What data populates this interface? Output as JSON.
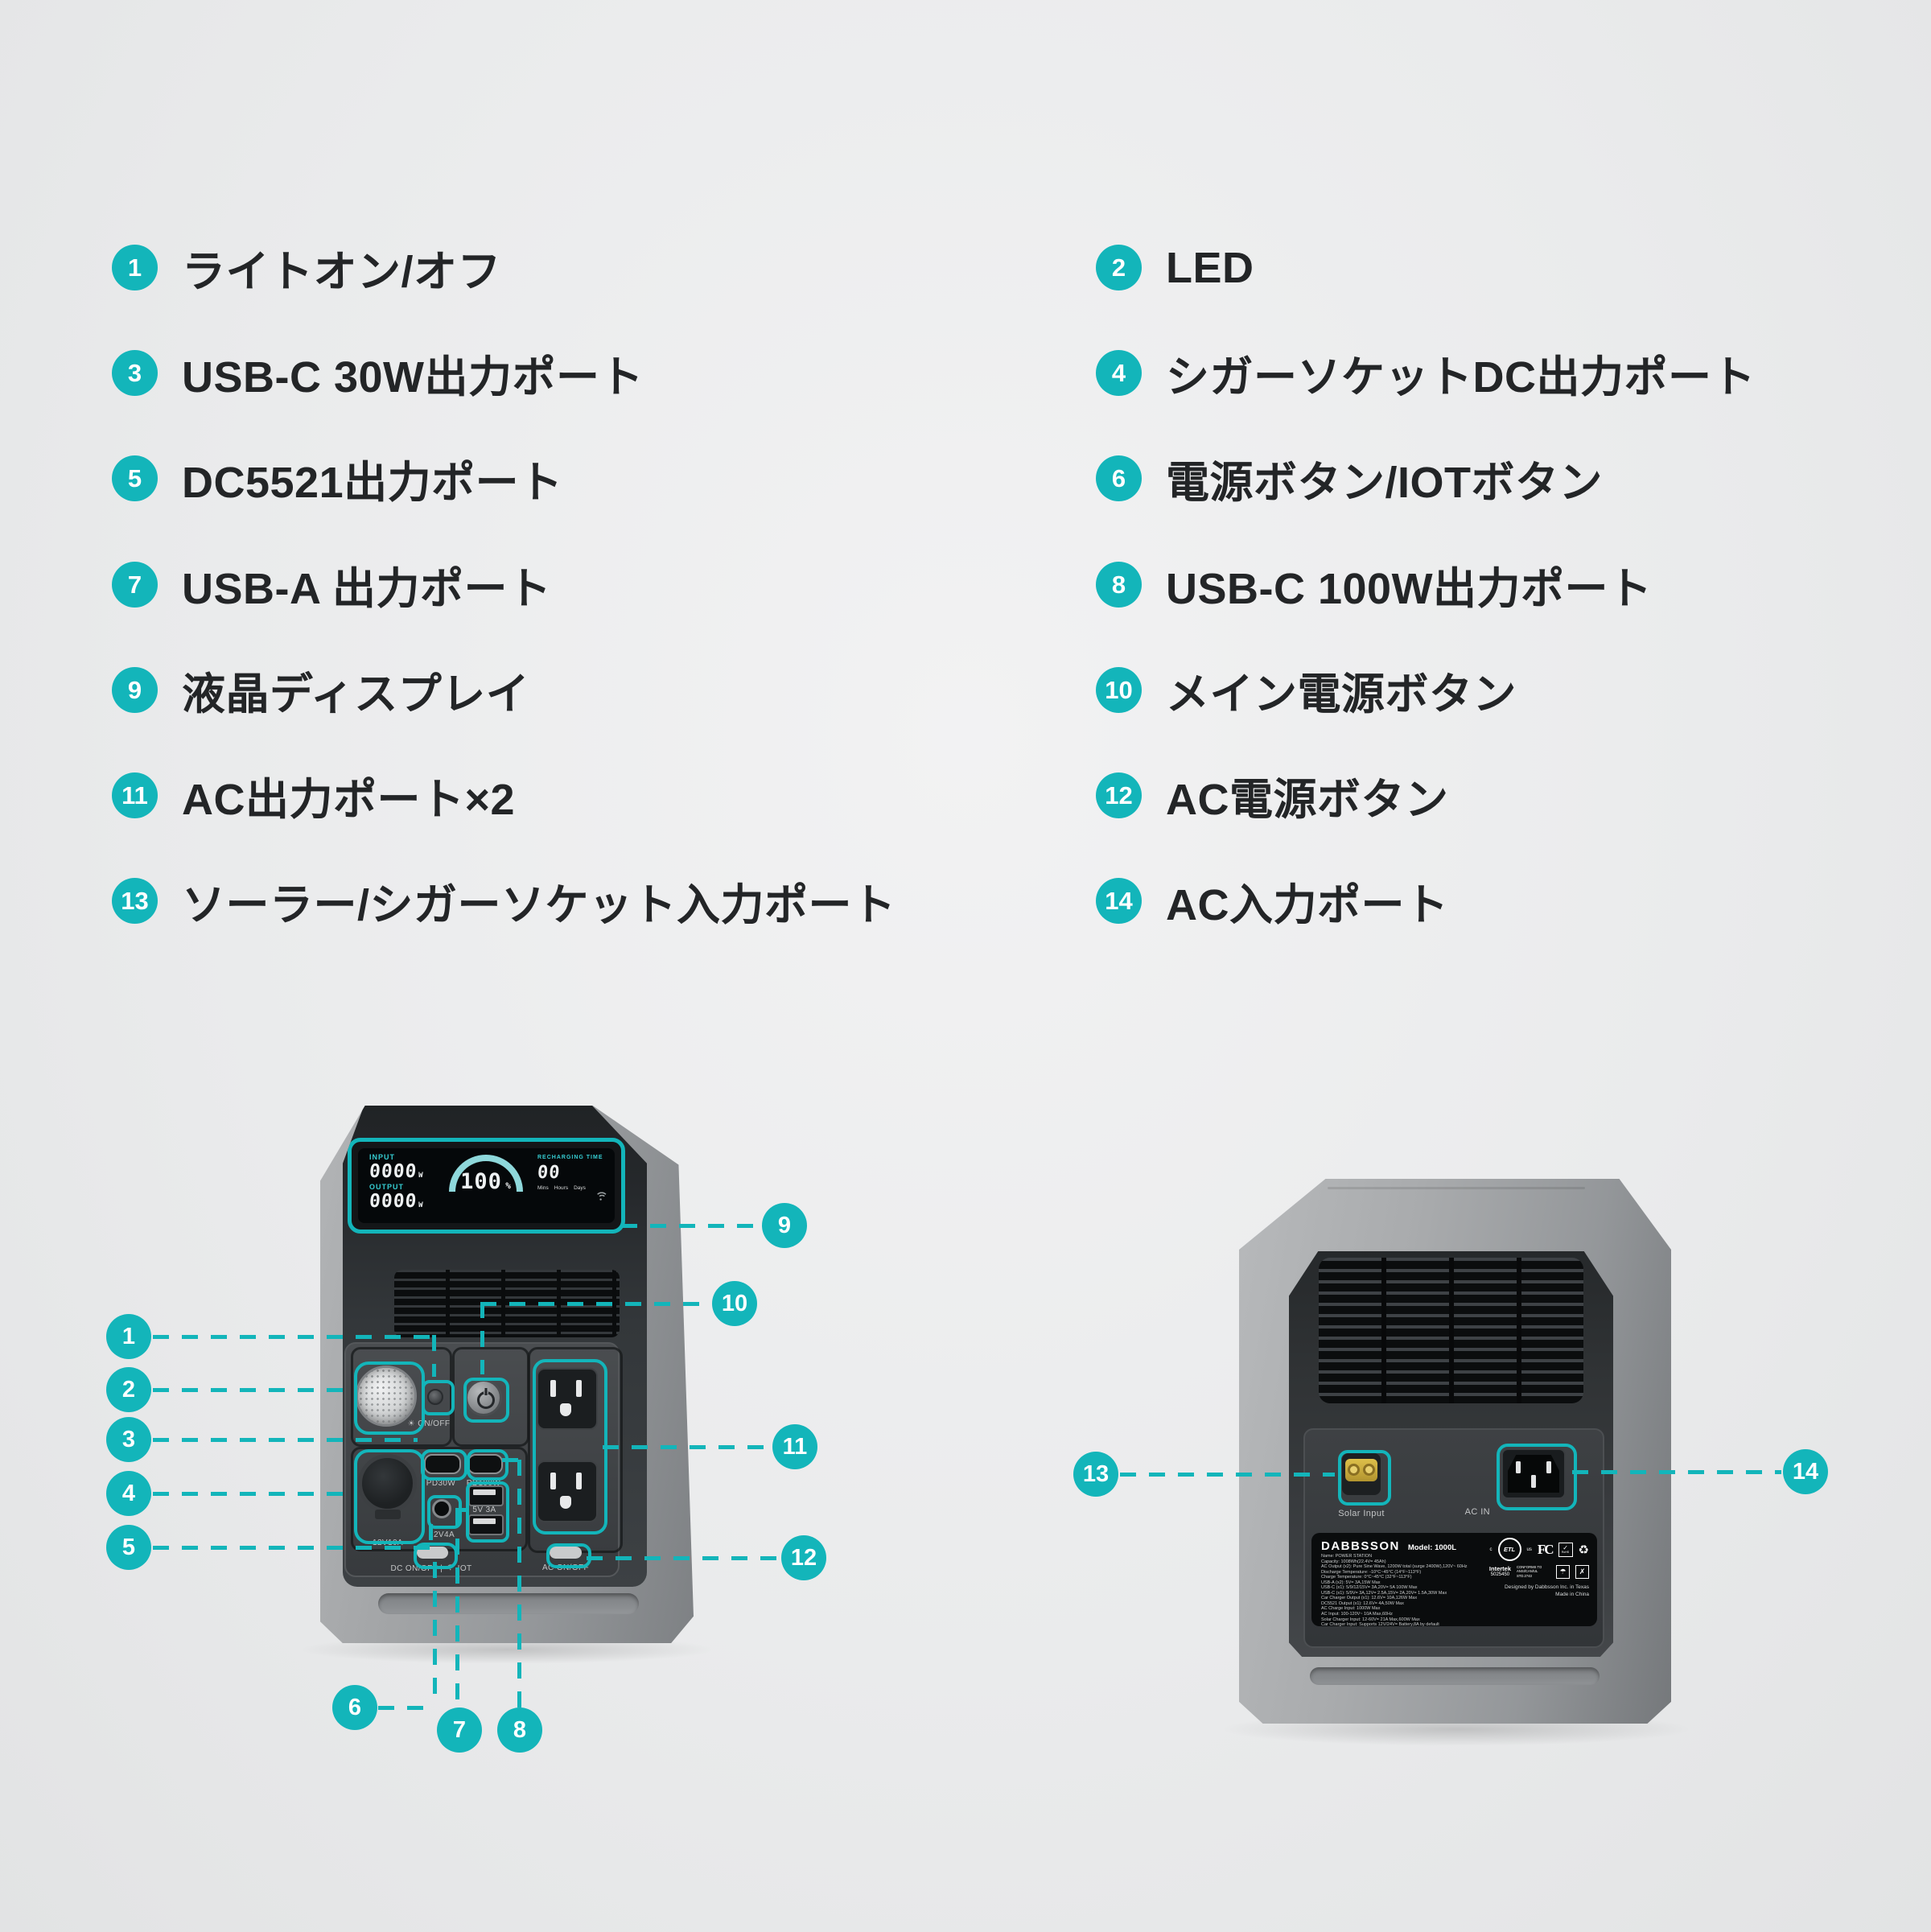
{
  "accent": "#13b5ba",
  "legend": {
    "left": [
      {
        "num": "1",
        "label": "ライトオン/オフ"
      },
      {
        "num": "3",
        "label": "USB-C 30W出力ポート"
      },
      {
        "num": "5",
        "label": "DC5521出力ポート"
      },
      {
        "num": "7",
        "label": "USB-A 出力ポート"
      },
      {
        "num": "9",
        "label": "液晶ディスプレイ"
      },
      {
        "num": "11",
        "label": "AC出力ポート×2"
      },
      {
        "num": "13",
        "label": "ソーラー/シガーソケット入力ポート"
      }
    ],
    "right": [
      {
        "num": "2",
        "label": "LED"
      },
      {
        "num": "4",
        "label": "シガーソケットDC出力ポート"
      },
      {
        "num": "6",
        "label": "電源ボタン/IOTボタン"
      },
      {
        "num": "8",
        "label": "USB-C 100W出力ポート"
      },
      {
        "num": "10",
        "label": "メイン電源ボタン"
      },
      {
        "num": "12",
        "label": "AC電源ボタン"
      },
      {
        "num": "14",
        "label": "AC入力ポート"
      }
    ]
  },
  "markers": [
    "1",
    "2",
    "3",
    "4",
    "5",
    "6",
    "7",
    "8",
    "9",
    "10",
    "11",
    "12",
    "13",
    "14"
  ],
  "front_device": {
    "display": {
      "input_label": "INPUT",
      "input_value": "0000",
      "input_unit": "W",
      "output_label": "OUTPUT",
      "output_value": "0000",
      "output_unit": "W",
      "soc_value": "100",
      "soc_unit": "%",
      "recharge_label": "RECHARGING TIME",
      "recharge_value": "00",
      "time_units": [
        "Mins",
        "Hours",
        "Days"
      ]
    },
    "labels": {
      "light_icon": "☀",
      "light_button": "ON/OFF",
      "cig": "12V10A",
      "pd30": "PD30W",
      "pd100": "PD100W",
      "dc5521": "12V4A",
      "usba": "5V 3A",
      "dc_switch": "DC ON/OFF |",
      "dc_switch_iot": "IOT",
      "ac_switch": "AC ON/OFF"
    }
  },
  "back_device": {
    "solar_label": "Solar Input",
    "ac_in_label": "AC IN",
    "spec": {
      "brand": "DABBSSON",
      "model": "Model: 1000L",
      "lines": [
        "Name: POWER STATION",
        "Capacity: 1008Wh(22.4V= 45Ah)",
        "AC Output (x2): Pure Sine Wave, 1200W total (surge 2400W),120V~ 60Hz",
        "Discharge Temperature: -10°C~45°C (14°F~113°F)",
        "Charge Temperature: 0°C~45°C (32°F~113°F)",
        "USB-A (x2): 5V= 3A,15W Max",
        "USB-C (x1): 5/9/12/15V= 3A,20V= 5A 100W Max",
        "USB-C (x1): 5/9V= 3A,12V= 2.5A,15V= 2A,20V= 1.5A,30W Max",
        "Car Charger Output (x1): 12.6V= 10A,126W Max",
        "DC5521 Output (x1): 12.6V= 4A,50W Max",
        "AC Charge Input: 1000W Max",
        "AC Input: 100-120V~ 10A Max,60Hz",
        "Solar Charger Input: 12-60V= 21A Max,600W Max",
        "Car Charger Input: Supports 12V/24V= Battery,8A by default"
      ],
      "marks": {
        "etl": "ETL",
        "etl_c": "c",
        "etl_us": "us",
        "fcc": "FC",
        "rohs_check": "✓",
        "rohs": "RoHS",
        "recycle": "♻",
        "intertek": "Intertek",
        "intertek_no": "5025450",
        "conforms": "CONFORMS TO ANSI/CAN/UL STD.2743",
        "umbrella": "☂",
        "bin": "✗"
      },
      "designed": "Designed by Dabbsson Inc. in Texas",
      "made": "Made in China"
    }
  }
}
